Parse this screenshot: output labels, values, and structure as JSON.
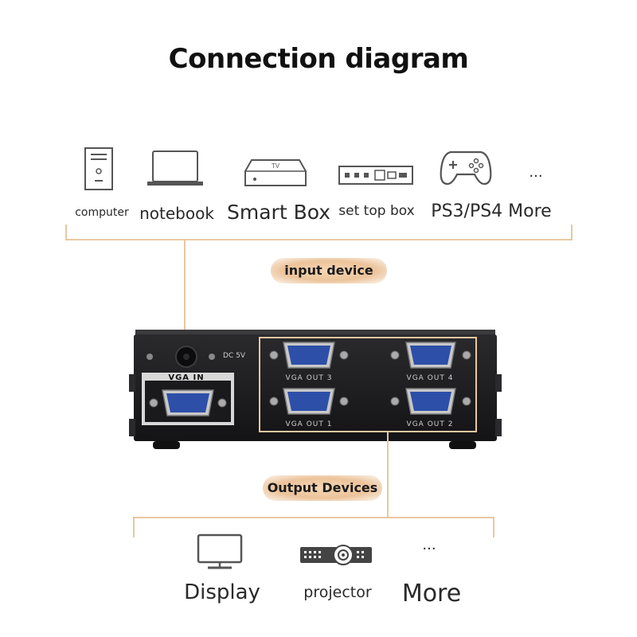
{
  "title": "Connection diagram",
  "input_devices": [
    {
      "label": "computer",
      "icon": "computer-tower-icon"
    },
    {
      "label": "notebook",
      "icon": "laptop-icon"
    },
    {
      "label": "Smart Box",
      "icon": "tv-box-icon",
      "icon_text": "TV"
    },
    {
      "label": "set top box",
      "icon": "set-top-box-icon"
    },
    {
      "label": "PS3/PS4 More",
      "icon": "gamepad-icon"
    }
  ],
  "input_more": "...",
  "input_pill": "input device",
  "device": {
    "input_label": "VGA IN",
    "power_label": "DC 5V",
    "outputs": [
      "VGA OUT 3",
      "VGA OUT 4",
      "VGA OUT 1",
      "VGA OUT 2"
    ]
  },
  "output_pill": "Output Devices",
  "output_devices": [
    {
      "label": "Display",
      "icon": "monitor-icon"
    },
    {
      "label": "projector",
      "icon": "projector-icon"
    },
    {
      "label": "More",
      "icon": "more-dots-icon",
      "icon_text": "..."
    }
  ],
  "colors": {
    "accent": "#e9c7a0",
    "device_body": "#1d1d1f",
    "port_blue": "#2d4fa8"
  }
}
